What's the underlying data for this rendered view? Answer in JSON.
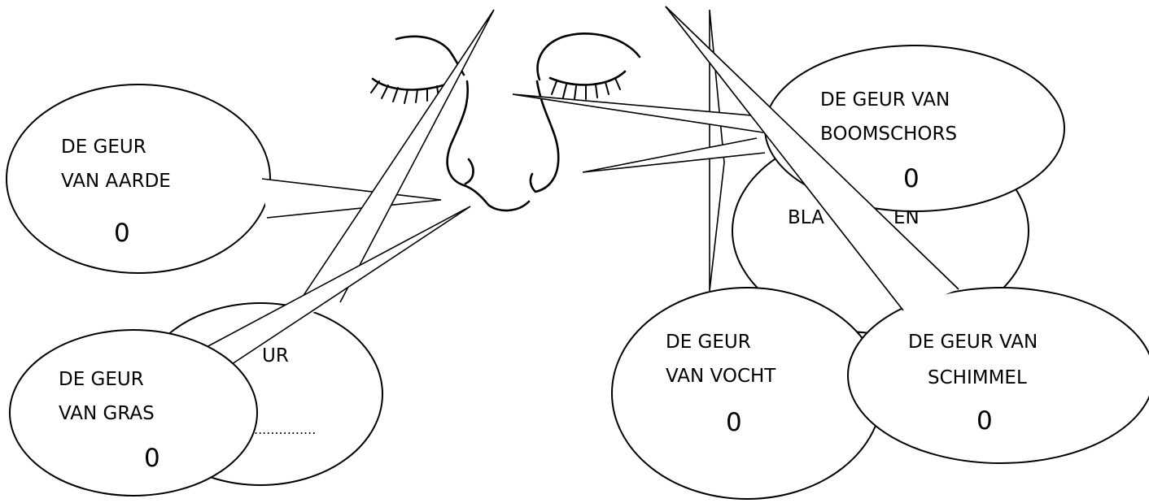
{
  "bubbles": {
    "aarde": {
      "line1": "DE GEUR",
      "line2": "VAN AARDE",
      "score": "0"
    },
    "gras": {
      "line1": "DE GEUR",
      "line2": "VAN GRAS",
      "score": "0"
    },
    "boomschors": {
      "line1": "DE GEUR VAN",
      "line2": "BOOMSCHORS",
      "score": "0"
    },
    "vocht": {
      "line1": "DE GEUR",
      "line2": "VAN VOCHT",
      "score": "0"
    },
    "schimmel": {
      "line1": "DE GEUR VAN",
      "line2": "SCHIMMEL",
      "score": "0"
    },
    "hidden_left": {
      "partial": "UR",
      "fill_line": "..............."
    },
    "hidden_right": {
      "partial_left": "BLA",
      "partial_right": "EN"
    }
  },
  "colors": {
    "ink": "#000000",
    "paper": "#ffffff"
  }
}
